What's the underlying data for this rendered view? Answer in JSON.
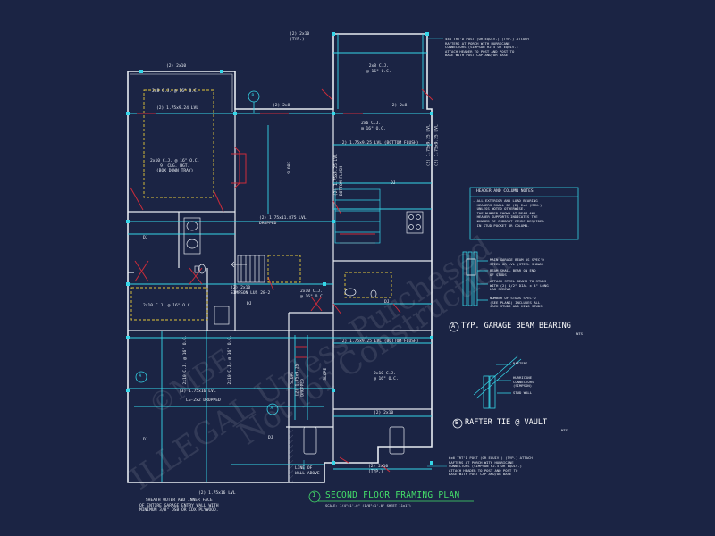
{
  "drawing": {
    "title": "SECOND FLOOR FRAMING PLAN",
    "title_number": "1",
    "scale_note": "SCALE: 1/4\"=1'-0\" (1/8\"=1'-0\" SHEET 11x17)",
    "section_tags": [
      "A",
      "A",
      "B"
    ]
  },
  "watermark": {
    "lines": [
      "ILLEGAL Unless Purchased",
      "Not for Construction",
      "©MBE"
    ]
  },
  "plan_labels": {
    "top_header_left": "(2) 2x10",
    "top_header_mid": "(2) 2x8",
    "top_header_right": "(2) 2x8",
    "typ_header": "(2) 2x10\n(TYP.)",
    "cj_upper_left": "2x8 C.J. @ 16\" O.C.",
    "lvl_upper": "(2) 1.75x9.24 LVL",
    "cj_tray": "2x10 C.J. @ 16\" O.C.\n9' CLG. HGT.\n(BOX DOWN TRAY)",
    "slope_1": "SLOPE",
    "slope_2": "SLOPE",
    "slope_3": "SLOPE",
    "cj_porch_top": "2x8 C.J.\n@ 16\" O.C.",
    "cj_right_upper": "2x6 C.J.\n@ 16\" O.C.",
    "lvl_bottom_flush_1": "(2) 1.75x9.25 LVL (BOTTOM FLUSH)",
    "lvl_bottom_flush_2": "(2) 1.75x9.25 LVL (BOTTOM FLUSH)",
    "lvl_dropped_mid": "(2) 1.75x11.875 LVL\nDROPPED",
    "simpson_lus": "(2) 2x10\nSIMPSON LUS 28-2",
    "cj_mid": "2x10 C.J.\n@ 16\" O.C.",
    "cj_left_mid": "2x10 C.J. @ 16\" O.C.",
    "lvl_garage": "(3) 1.75x16 LVL",
    "glulam_garage": "LG-2x2 DROPPED",
    "cj_right_lower": "2x10 C.J.\n@ 16\" O.C.",
    "hdr_lower_right": "(2) 2x10",
    "hdr_bottom": "(2) 2x10\n(TYP.)",
    "lvl_bottom_left": "(2) 1.75x16 LVL",
    "dj_label": "DJ",
    "line_of_wall": "LINE OF\nWALL ABOVE",
    "sheath_note": "SHEATH OUTER AND INNER FACE\nOF ENTIRE GARAGE ENTRY WALL WITH\nMINIMUM 3/8\" OSB OR CDX PLYWOOD.",
    "post_note_top": "4x4 TRT'D POST (OR EQUIV.) (TYP.) ATTACH\nRAFTERS AT PORCH WITH HURRICANE\nCONNECTORS (SIMPSON H2.5 OR EQUIV.)\nATTACH HEADER TO POST AND POST TO\nBASE WITH POST CAP AND/OR BASE",
    "post_note_bottom": "6x6 TRT'D POST (OR EQUIV.) (TYP.) ATTACH\nRAFTERS AT PORCH WITH HURRICANE\nCONNECTORS (SIMPSON H2.5 OR EQUIV.)\nATTACH HEADER TO POST AND POST TO\nBASE WITH POST CAP AND/OR BASE",
    "vert_right_1": "(2) 1.75x9.25 LVL",
    "vert_right_2": "(2) 1.75x9.25 LVL",
    "vert_mid": "(2) 1.75x9.25 LVL\nBOTTOM FLUSH",
    "vert_garage_1": "2x10 C.J. @ 16\" O.C.",
    "vert_garage_2": "2x10 C.J. @ 16\" O.C.",
    "vert_lower_mid": "(2) 1.75x9.25\nDROPPED"
  },
  "header_notes": {
    "title": "HEADER AND COLUMN NOTES",
    "body": "- ALL EXTERIOR AND LOAD BEARING\n  HEADERS SHALL BE (2) 2x6 (MIN.)\n  UNLESS NOTED OTHERWISE.\n- THE NUMBER SHOWN AT BEAM AND\n  HEADER SUPPORTS INDICATES THE\n  NUMBER OF SUPPORT STUDS REQUIRED\n  IN STUD POCKET OR COLUMN."
  },
  "detail_a": {
    "tag": "A",
    "title": "TYP. GARAGE BEAM BEARING",
    "scale": "NTS",
    "notes": [
      "MAIN GARAGE BEAM AS SPEC'D\nSTEEL OR LVL (STEEL SHOWN)",
      "BEAM SHALL BEAR ON END\nOF STUDS",
      "ATTACH STEEL BEAMS TO STUDS\nWITH (2) 1/2\" DIA. x 4\" LONG\nLAG SCREWS",
      "NUMBER OF STUDS SPEC'D\n(SEE PLANS) INCLUDES ALL\nJACK STUDS AND KING STUDS"
    ]
  },
  "detail_b": {
    "tag": "B",
    "title": "RAFTER TIE @ VAULT",
    "scale": "NTS",
    "notes": [
      "RAFTERS",
      "HURRICANE\nCONNECTORS\n(SIMPSON)",
      "STUD WALL"
    ]
  },
  "colors": {
    "background": "#1b2444",
    "line": "#35d6e8",
    "wall": "#e8ecf2",
    "hidden": "#cc2c3a",
    "accent": "#e6c93a",
    "title": "#44e06a"
  }
}
